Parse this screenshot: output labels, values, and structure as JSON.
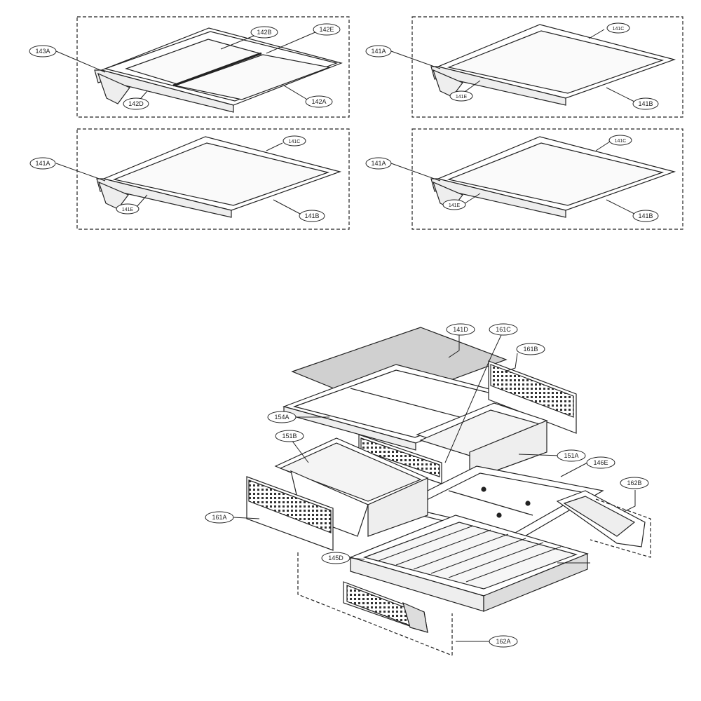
{
  "callouts": {
    "p1_143A": "143A",
    "p1_142B": "142B",
    "p1_142E": "142E",
    "p1_142D": "142D",
    "p1_142A": "142A",
    "p2_141A": "141A",
    "p2_141C": "141C",
    "p2_141E": "141E",
    "p2_141B": "141B",
    "p3_141A": "141A",
    "p3_141C": "141C",
    "p3_141E": "141E",
    "p3_141B": "141B",
    "p4_141A": "141A",
    "p4_141C": "141C",
    "p4_141E": "141E",
    "p4_141B": "141B",
    "b_141D": "141D",
    "b_161C": "161C",
    "b_161B": "161B",
    "b_154A": "154A",
    "b_151B": "151B",
    "b_151A": "151A",
    "b_146E": "146E",
    "b_162B": "162B",
    "b_161A": "161A",
    "b_145D": "145D",
    "b_162A": "162A"
  },
  "colors": {
    "line": "#222222",
    "glass": "#cfcfcf",
    "paper": "#ffffff",
    "shade": "#9a9a9a"
  }
}
